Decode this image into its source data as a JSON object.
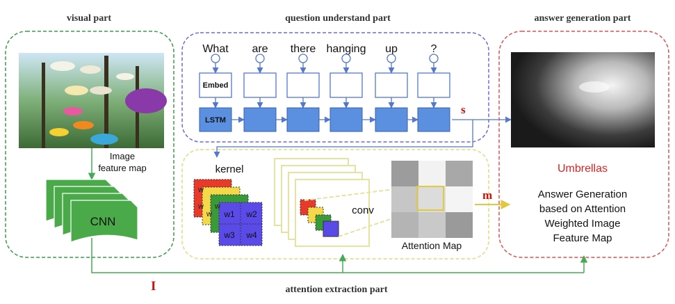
{
  "sections": {
    "visual": "visual part",
    "question": "question understand part",
    "answer": "answer generation part",
    "attention": "attention extraction part"
  },
  "question_words": [
    "What",
    "are",
    "there",
    "hanging",
    "up",
    "?"
  ],
  "labels": {
    "embed": "Embed",
    "lstm": "LSTM",
    "s": "s",
    "m": "m",
    "I": "I",
    "image_feature_map": [
      "Image",
      "feature map"
    ],
    "cnn": "CNN",
    "kernel": "kernel",
    "conv": "conv",
    "attention_map": "Attention Map",
    "answer_word": "Umbrellas",
    "answer_desc": [
      "Answer Generation",
      "based on Attention",
      "Weighted Image",
      "Feature Map"
    ]
  },
  "kernel_weights": [
    "w1",
    "w2",
    "w3",
    "w4"
  ],
  "colors": {
    "green_border": "#3a9a4a",
    "blue_border": "#6a6ad8",
    "yellow_border": "#e6e2a0",
    "red_border": "#e05050",
    "lstm_fill": "#5b8fe0",
    "cnn_fill": "#4aaa4a",
    "arrow_blue": "#5577cc",
    "arrow_green": "#44aa55",
    "accent_red": "#cc1111",
    "kernel_red": "#e83a2a",
    "kernel_yellow": "#f5d84a",
    "kernel_green": "#3a9a3a",
    "kernel_blue": "#5a4ae8"
  }
}
